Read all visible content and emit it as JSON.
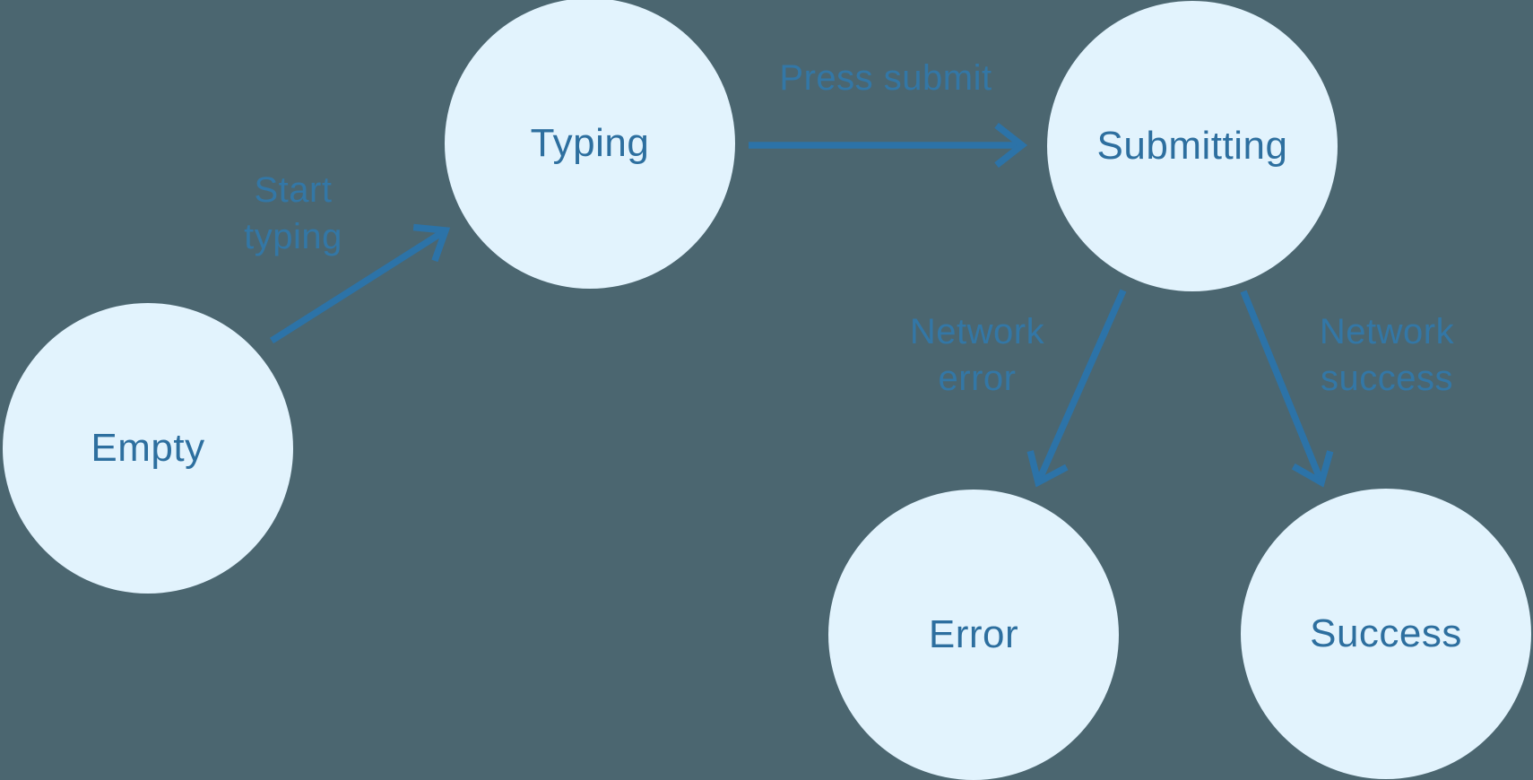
{
  "diagram": {
    "type": "state-machine",
    "colors": {
      "background": "#4B6670",
      "node_fill": "#E2F3FD",
      "node_text": "#2D6F9F",
      "edge": "#2C73A8",
      "edge_label": "#3377A6"
    },
    "nodes": [
      {
        "id": "empty",
        "label": "Empty"
      },
      {
        "id": "typing",
        "label": "Typing"
      },
      {
        "id": "submitting",
        "label": "Submitting"
      },
      {
        "id": "error",
        "label": "Error"
      },
      {
        "id": "success",
        "label": "Success"
      }
    ],
    "edges": [
      {
        "id": "start-typing",
        "from": "empty",
        "to": "typing",
        "label": "Start\ntyping"
      },
      {
        "id": "press-submit",
        "from": "typing",
        "to": "submitting",
        "label": "Press submit"
      },
      {
        "id": "network-error",
        "from": "submitting",
        "to": "error",
        "label": "Network\nerror"
      },
      {
        "id": "network-success",
        "from": "submitting",
        "to": "success",
        "label": "Network\nsuccess"
      }
    ]
  }
}
